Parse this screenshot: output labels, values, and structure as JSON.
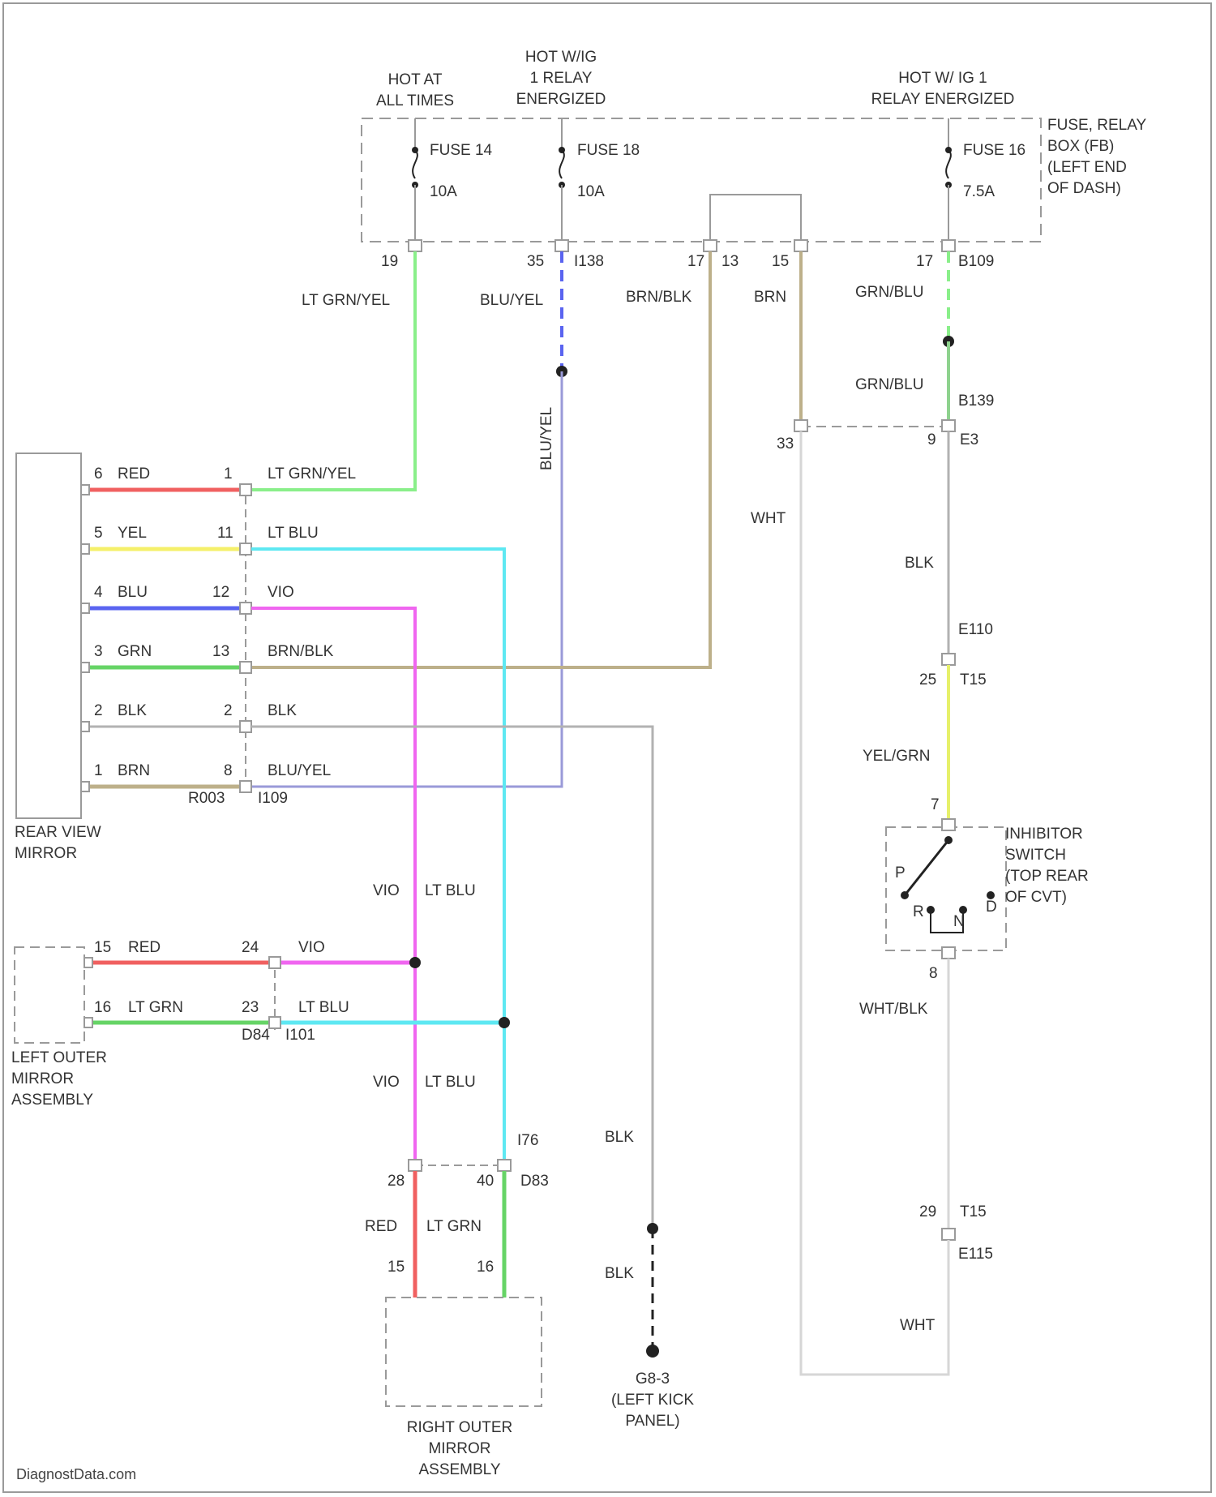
{
  "diagram": {
    "colors": {
      "red": "#f06060",
      "yellow": "#f5f06a",
      "blue": "#5a64f0",
      "green": "#66d466",
      "light_blue": "#5ee8f2",
      "violet": "#f066f0",
      "tan": "#bdb08a",
      "gray": "#b2b2b2",
      "light_gray": "#d6d6d6",
      "blue_yellow": "#9a9ad8",
      "lt_grn_yel": "#8aef8a",
      "yel_grn": "#e6f06a",
      "grn_blu": "#8ed28e",
      "black": "#222222",
      "frame": "#9a9a9a"
    },
    "power": {
      "hot_at_all_times": [
        "HOT AT",
        "ALL TIMES"
      ],
      "hot_ig1": [
        "HOT W/IG",
        "1 RELAY",
        "ENERGIZED"
      ],
      "hot_ig1_right": [
        "HOT W/ IG 1",
        "RELAY ENERGIZED"
      ]
    },
    "fuse_box": {
      "title": [
        "FUSE, RELAY",
        "BOX (FB)",
        "(LEFT END",
        "OF DASH)"
      ],
      "fuses": [
        {
          "name": "FUSE 14",
          "rating": "10A"
        },
        {
          "name": "FUSE 18",
          "rating": "10A"
        },
        {
          "name": "FUSE 16",
          "rating": "7.5A"
        }
      ],
      "pins": {
        "p19": "19",
        "p35": "35",
        "c138": "I138",
        "p17a": "17",
        "p13": "13",
        "p15": "15",
        "p17b": "17",
        "c109": "B109"
      }
    },
    "wires": {
      "lt_grn_yel": "LT GRN/YEL",
      "blu_yel": "BLU/YEL",
      "brn_blk": "BRN/BLK",
      "brn": "BRN",
      "grn_blu": "GRN/BLU",
      "wht": "WHT",
      "blk": "BLK",
      "vio": "VIO",
      "lt_blu": "LT BLU",
      "red": "RED",
      "lt_grn": "LT GRN",
      "yel_grn": "YEL/GRN",
      "wht_blk": "WHT/BLK"
    },
    "connectors": {
      "b139": "B139",
      "p33": "33",
      "p9": "9",
      "e3": "E3",
      "e110": "E110",
      "p25": "25",
      "t15": "T15",
      "p7": "7",
      "p8": "8",
      "p29": "29",
      "t15b": "T15",
      "e115": "E115",
      "r003": "R003",
      "i109": "I109",
      "d84": "D84",
      "i101": "I101",
      "i76": "I76",
      "d83": "D83",
      "p28": "28",
      "p40": "40",
      "p15": "15",
      "p16": "16"
    },
    "rear_view_mirror": {
      "label": [
        "REAR VIEW",
        "MIRROR"
      ],
      "rows": [
        {
          "pin_left": "6",
          "color_left": "RED",
          "pin_right": "1",
          "wire": "LT GRN/YEL"
        },
        {
          "pin_left": "5",
          "color_left": "YEL",
          "pin_right": "11",
          "wire": "LT BLU"
        },
        {
          "pin_left": "4",
          "color_left": "BLU",
          "pin_right": "12",
          "wire": "VIO"
        },
        {
          "pin_left": "3",
          "color_left": "GRN",
          "pin_right": "13",
          "wire": "BRN/BLK"
        },
        {
          "pin_left": "2",
          "color_left": "BLK",
          "pin_right": "2",
          "wire": "BLK"
        },
        {
          "pin_left": "1",
          "color_left": "BRN",
          "pin_right": "8",
          "wire": "BLU/YEL"
        }
      ]
    },
    "left_outer_mirror": {
      "label": [
        "LEFT OUTER",
        "MIRROR",
        "ASSEMBLY"
      ],
      "rows": [
        {
          "pin_left": "15",
          "color_left": "RED",
          "pin_right": "24",
          "wire": "VIO"
        },
        {
          "pin_left": "16",
          "color_left": "LT GRN",
          "pin_right": "23",
          "wire": "LT BLU"
        }
      ]
    },
    "right_outer_mirror": {
      "label": [
        "RIGHT OUTER",
        "MIRROR",
        "ASSEMBLY"
      ]
    },
    "ground": {
      "label": [
        "G8-3",
        "(LEFT KICK",
        "PANEL)"
      ]
    },
    "inhibitor_switch": {
      "label": [
        "INHIBITOR",
        "SWITCH",
        "(TOP REAR",
        "OF CVT)"
      ],
      "positions": [
        "P",
        "R",
        "N",
        "D"
      ]
    },
    "footer": "DiagnostData.com"
  }
}
